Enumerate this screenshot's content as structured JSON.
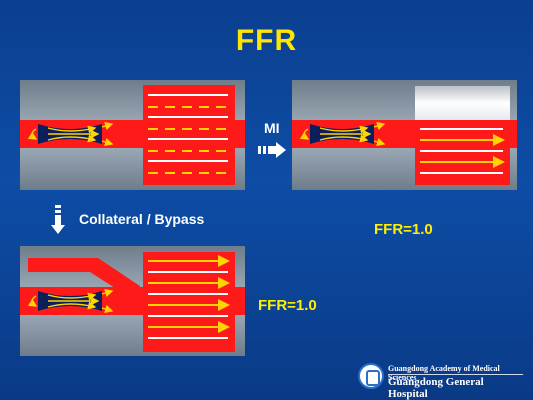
{
  "slide": {
    "title": "FFR"
  },
  "labels": {
    "mi": "MI",
    "collateral": "Collateral / Bypass",
    "ffr_top_right": "FFR=1.0",
    "ffr_bottom_left": "FFR=1.0"
  },
  "logo": {
    "line1": "Guangdong Academy of Medical Sciences",
    "line2": "Guangdong General Hospital"
  },
  "colors": {
    "background": "#0d4da6",
    "title": "#ffe600",
    "vessel": "#ff1a1a",
    "tissue": "#8a9aa8",
    "plaque": "#0a1f5c",
    "flow_arrows": "#ffd400",
    "infarct": "#e8e8e8"
  }
}
